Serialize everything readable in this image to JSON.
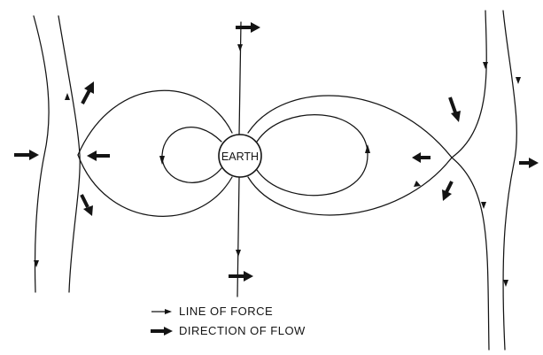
{
  "earth_label": "EARTH",
  "legend": {
    "line_of_force": "LINE OF FORCE",
    "direction_of_flow": "DIRECTION OF FLOW"
  },
  "colors": {
    "ink": "#141414",
    "background": "#ffffff"
  },
  "icons": {
    "line_of_force": "small-arrow-icon",
    "direction_of_flow": "bold-arrow-icon"
  }
}
